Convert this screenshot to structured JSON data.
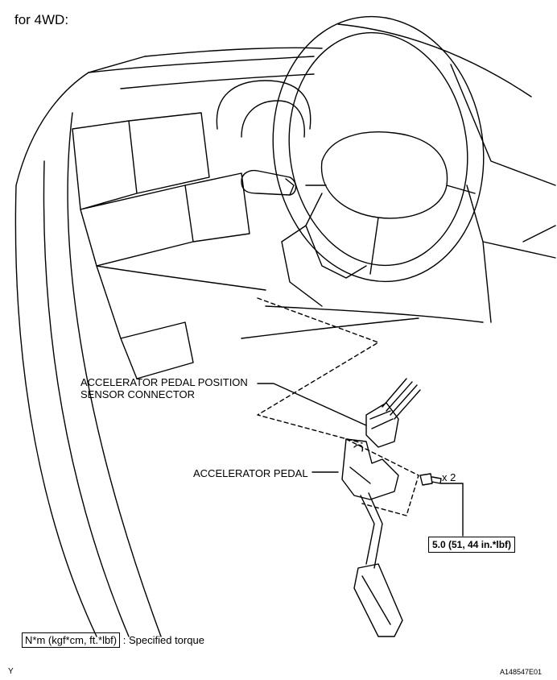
{
  "heading": "for 4WD:",
  "labels": {
    "sensor_connector_line1": "ACCELERATOR PEDAL POSITION",
    "sensor_connector_line2": "SENSOR CONNECTOR",
    "accelerator_pedal": "ACCELERATOR PEDAL",
    "bolt_count": "x 2",
    "torque_value": "5.0 (51, 44 in.*lbf)"
  },
  "legend": {
    "unit_box": "N*m (kgf*cm, ft.*lbf)",
    "description": ": Specified torque"
  },
  "footer": {
    "left_mark": "Y",
    "figure_id": "A148547E01"
  }
}
